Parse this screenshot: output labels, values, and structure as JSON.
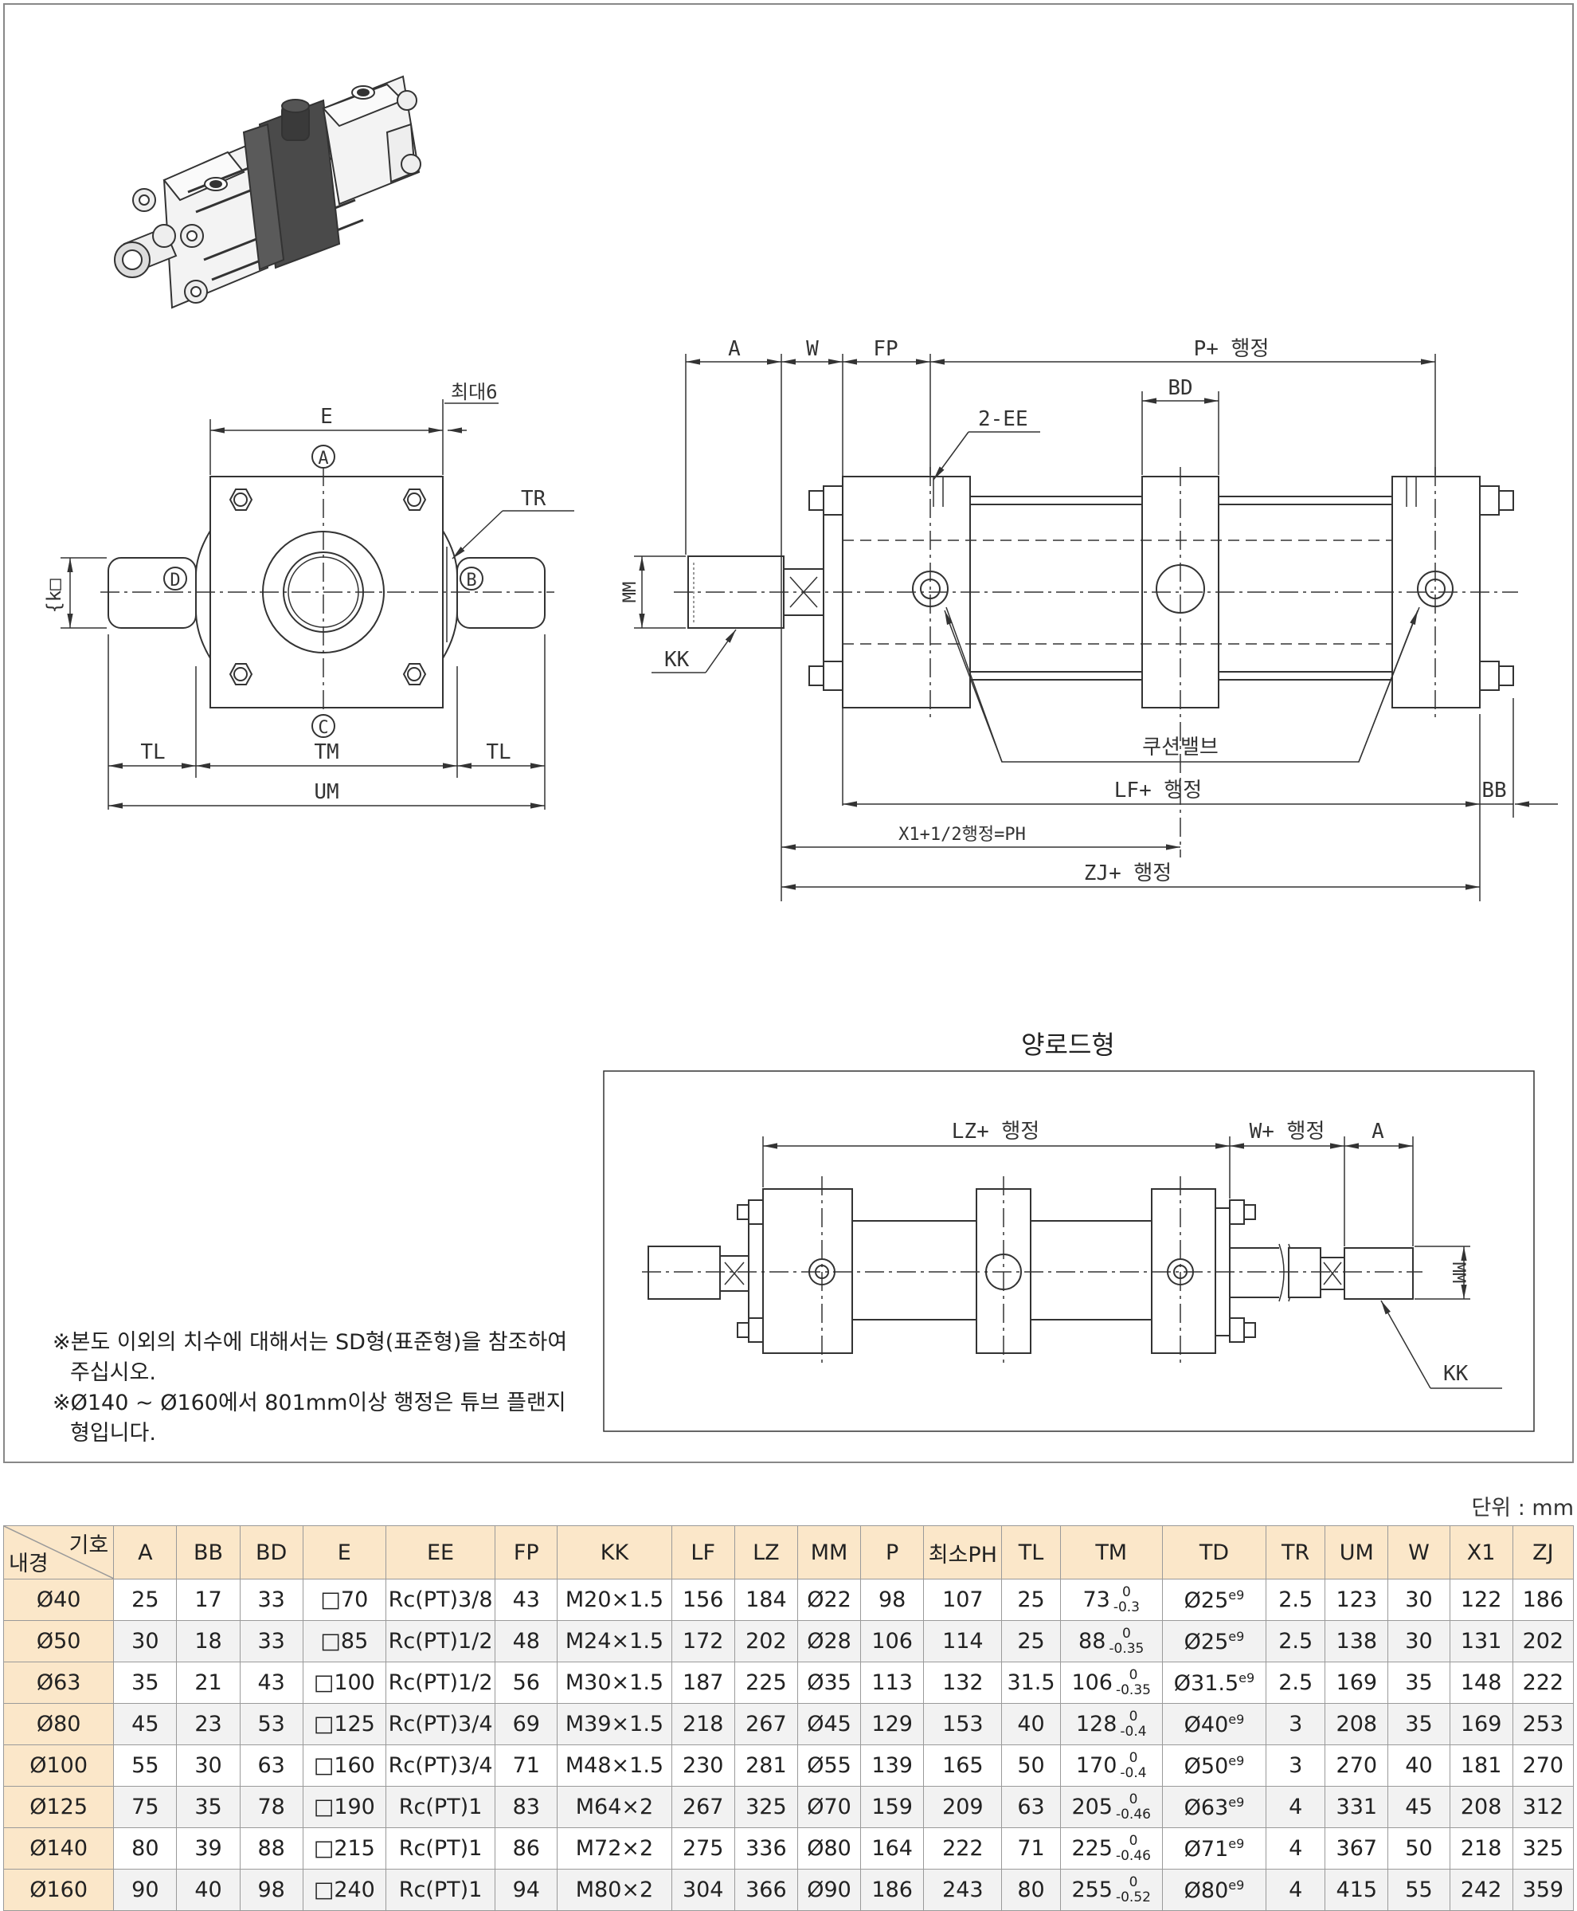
{
  "drawing": {
    "labels": {
      "E": "E",
      "max6": "최대6",
      "A_circ": "A",
      "B_circ": "B",
      "C_circ": "C",
      "D_circ": "D",
      "TR": "TR",
      "K_label": "{k□",
      "TL": "TL",
      "TM": "TM",
      "UM": "UM",
      "dimA": "A",
      "dimW": "W",
      "dimFP": "FP",
      "dimP": "P+ 행정",
      "dimBD": "BD",
      "ee": "2-EE",
      "MM": "MM",
      "KK": "KK",
      "cushion": "쿠션밸브",
      "LF": "LF+ 행정",
      "BB": "BB",
      "X1": "X1+1/2행정=PH",
      "ZJ": "ZJ+ 행정"
    },
    "double_rod": {
      "title": "양로드형",
      "LZ": "LZ+ 행정",
      "W": "W+ 행정",
      "A": "A",
      "MM": "MM",
      "KK": "KK"
    },
    "notes": {
      "note1_line1": "※본도 이외의 치수에 대해서는 SD형(표준형)을 참조하여",
      "note1_line2": "주십시오.",
      "note2_line1": "※Ø140 ~ Ø160에서 801mm이상 행정은 튜브 플랜지",
      "note2_line2": "형입니다."
    }
  },
  "table": {
    "unit": "단위 : mm",
    "corner_top": "기호",
    "corner_bottom": "내경",
    "columns": [
      "A",
      "BB",
      "BD",
      "E",
      "EE",
      "FP",
      "KK",
      "LF",
      "LZ",
      "MM",
      "P",
      "최소PH",
      "TL",
      "TM",
      "TD",
      "TR",
      "UM",
      "W",
      "X1",
      "ZJ"
    ],
    "rows": [
      {
        "bore": "Ø40",
        "A": "25",
        "BB": "17",
        "BD": "33",
        "E": "□70",
        "EE": "Rc(PT)3/8",
        "FP": "43",
        "KK": "M20×1.5",
        "LF": "156",
        "LZ": "184",
        "MM": "Ø22",
        "P": "98",
        "PH": "107",
        "TL": "25",
        "TM": "73",
        "TM_upper": "0",
        "TM_lower": "-0.3",
        "TD": "Ø25",
        "TD_fit": "e9",
        "TR": "2.5",
        "UM": "123",
        "W": "30",
        "X1": "122",
        "ZJ": "186"
      },
      {
        "bore": "Ø50",
        "A": "30",
        "BB": "18",
        "BD": "33",
        "E": "□85",
        "EE": "Rc(PT)1/2",
        "FP": "48",
        "KK": "M24×1.5",
        "LF": "172",
        "LZ": "202",
        "MM": "Ø28",
        "P": "106",
        "PH": "114",
        "TL": "25",
        "TM": "88",
        "TM_upper": "0",
        "TM_lower": "-0.35",
        "TD": "Ø25",
        "TD_fit": "e9",
        "TR": "2.5",
        "UM": "138",
        "W": "30",
        "X1": "131",
        "ZJ": "202"
      },
      {
        "bore": "Ø63",
        "A": "35",
        "BB": "21",
        "BD": "43",
        "E": "□100",
        "EE": "Rc(PT)1/2",
        "FP": "56",
        "KK": "M30×1.5",
        "LF": "187",
        "LZ": "225",
        "MM": "Ø35",
        "P": "113",
        "PH": "132",
        "TL": "31.5",
        "TM": "106",
        "TM_upper": "0",
        "TM_lower": "-0.35",
        "TD": "Ø31.5",
        "TD_fit": "e9",
        "TR": "2.5",
        "UM": "169",
        "W": "35",
        "X1": "148",
        "ZJ": "222"
      },
      {
        "bore": "Ø80",
        "A": "45",
        "BB": "23",
        "BD": "53",
        "E": "□125",
        "EE": "Rc(PT)3/4",
        "FP": "69",
        "KK": "M39×1.5",
        "LF": "218",
        "LZ": "267",
        "MM": "Ø45",
        "P": "129",
        "PH": "153",
        "TL": "40",
        "TM": "128",
        "TM_upper": "0",
        "TM_lower": "-0.4",
        "TD": "Ø40",
        "TD_fit": "e9",
        "TR": "3",
        "UM": "208",
        "W": "35",
        "X1": "169",
        "ZJ": "253"
      },
      {
        "bore": "Ø100",
        "A": "55",
        "BB": "30",
        "BD": "63",
        "E": "□160",
        "EE": "Rc(PT)3/4",
        "FP": "71",
        "KK": "M48×1.5",
        "LF": "230",
        "LZ": "281",
        "MM": "Ø55",
        "P": "139",
        "PH": "165",
        "TL": "50",
        "TM": "170",
        "TM_upper": "0",
        "TM_lower": "-0.4",
        "TD": "Ø50",
        "TD_fit": "e9",
        "TR": "3",
        "UM": "270",
        "W": "40",
        "X1": "181",
        "ZJ": "270"
      },
      {
        "bore": "Ø125",
        "A": "75",
        "BB": "35",
        "BD": "78",
        "E": "□190",
        "EE": "Rc(PT)1",
        "FP": "83",
        "KK": "M64×2",
        "LF": "267",
        "LZ": "325",
        "MM": "Ø70",
        "P": "159",
        "PH": "209",
        "TL": "63",
        "TM": "205",
        "TM_upper": "0",
        "TM_lower": "-0.46",
        "TD": "Ø63",
        "TD_fit": "e9",
        "TR": "4",
        "UM": "331",
        "W": "45",
        "X1": "208",
        "ZJ": "312"
      },
      {
        "bore": "Ø140",
        "A": "80",
        "BB": "39",
        "BD": "88",
        "E": "□215",
        "EE": "Rc(PT)1",
        "FP": "86",
        "KK": "M72×2",
        "LF": "275",
        "LZ": "336",
        "MM": "Ø80",
        "P": "164",
        "PH": "222",
        "TL": "71",
        "TM": "225",
        "TM_upper": "0",
        "TM_lower": "-0.46",
        "TD": "Ø71",
        "TD_fit": "e9",
        "TR": "4",
        "UM": "367",
        "W": "50",
        "X1": "218",
        "ZJ": "325"
      },
      {
        "bore": "Ø160",
        "A": "90",
        "BB": "40",
        "BD": "98",
        "E": "□240",
        "EE": "Rc(PT)1",
        "FP": "94",
        "KK": "M80×2",
        "LF": "304",
        "LZ": "366",
        "MM": "Ø90",
        "P": "186",
        "PH": "243",
        "TL": "80",
        "TM": "255",
        "TM_upper": "0",
        "TM_lower": "-0.52",
        "TD": "Ø80",
        "TD_fit": "e9",
        "TR": "4",
        "UM": "415",
        "W": "55",
        "X1": "242",
        "ZJ": "359"
      }
    ]
  }
}
